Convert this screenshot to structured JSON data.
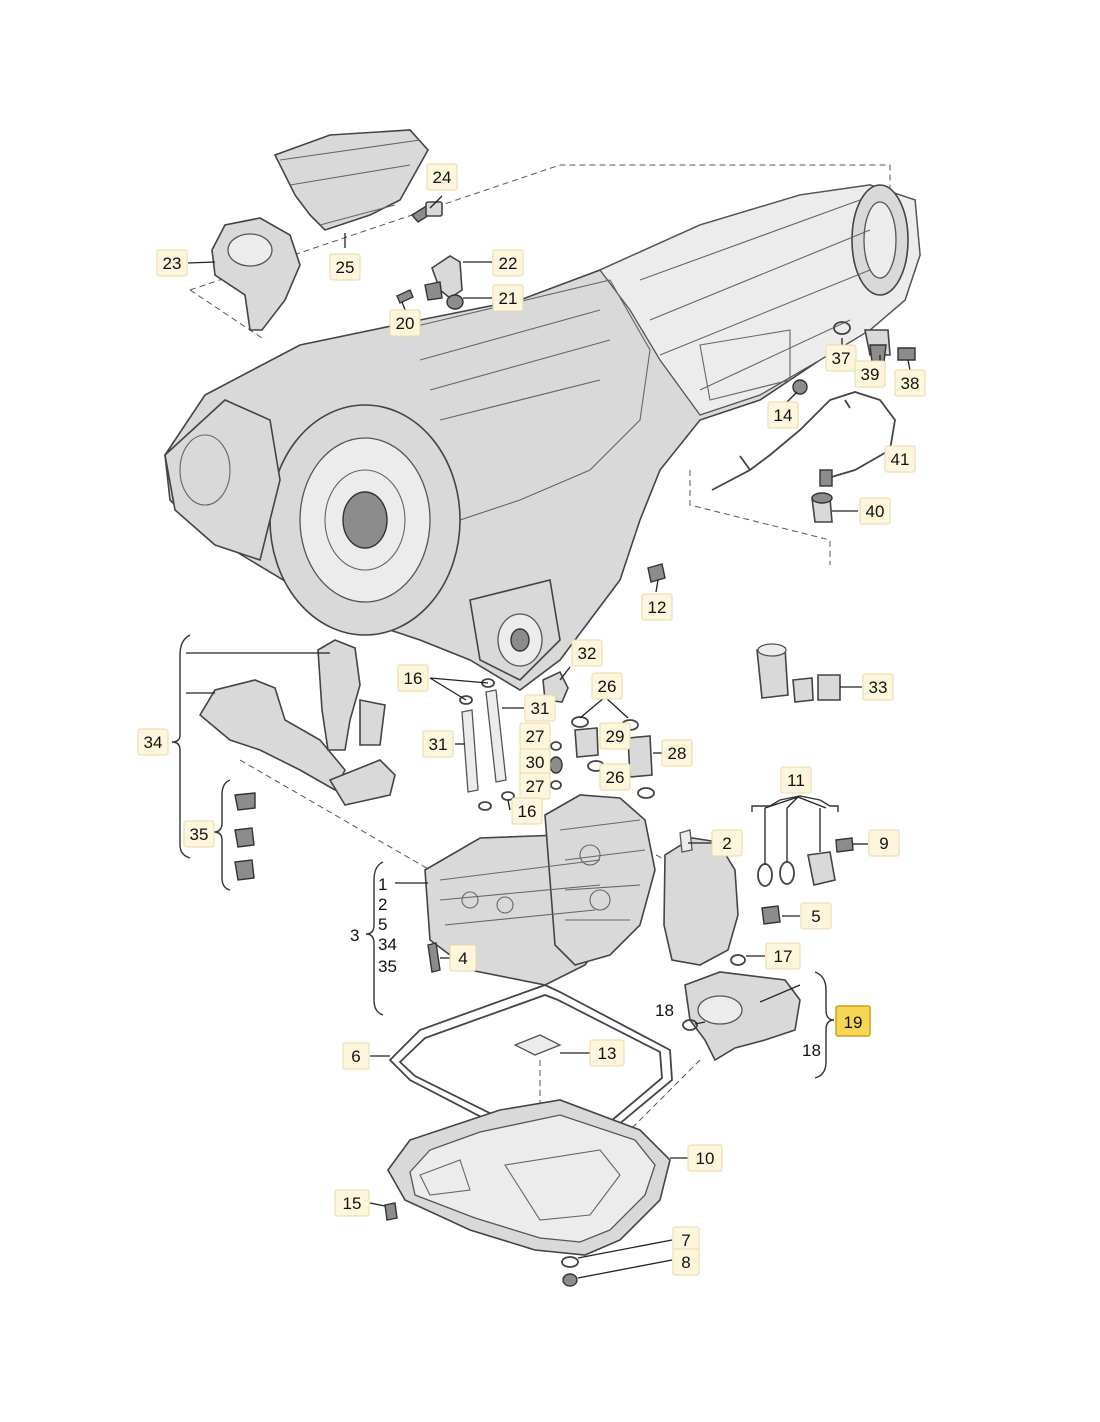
{
  "diagram": {
    "callouts": {
      "p24": "24",
      "p23": "23",
      "p25": "25",
      "p22": "22",
      "p21": "21",
      "p20": "20",
      "p37": "37",
      "p39": "39",
      "p38": "38",
      "p14": "14",
      "p41": "41",
      "p40": "40",
      "p12": "12",
      "p32": "32",
      "p33": "33",
      "p34": "34",
      "p16a": "16",
      "p31a": "31",
      "p26": "26",
      "p31b": "31",
      "p27a": "27",
      "p29": "29",
      "p28": "28",
      "p30": "30",
      "p27b": "27",
      "p26b": "26",
      "p16b": "16",
      "p11": "11",
      "p35": "35",
      "p2": "2",
      "p9": "9",
      "p5": "5",
      "p17": "17",
      "p4": "4",
      "p19": "19",
      "p6": "6",
      "p13": "13",
      "p10": "10",
      "p15": "15",
      "p7": "7",
      "p8": "8"
    },
    "labels": {
      "l3": "3",
      "l1": "1",
      "l2": "2",
      "l5": "5",
      "l34": "34",
      "l35": "35",
      "l18a": "18",
      "l18b": "18"
    },
    "highlight": {
      "part": "19",
      "color": "#f6d654"
    },
    "callout_color": "#fdf6dc"
  }
}
